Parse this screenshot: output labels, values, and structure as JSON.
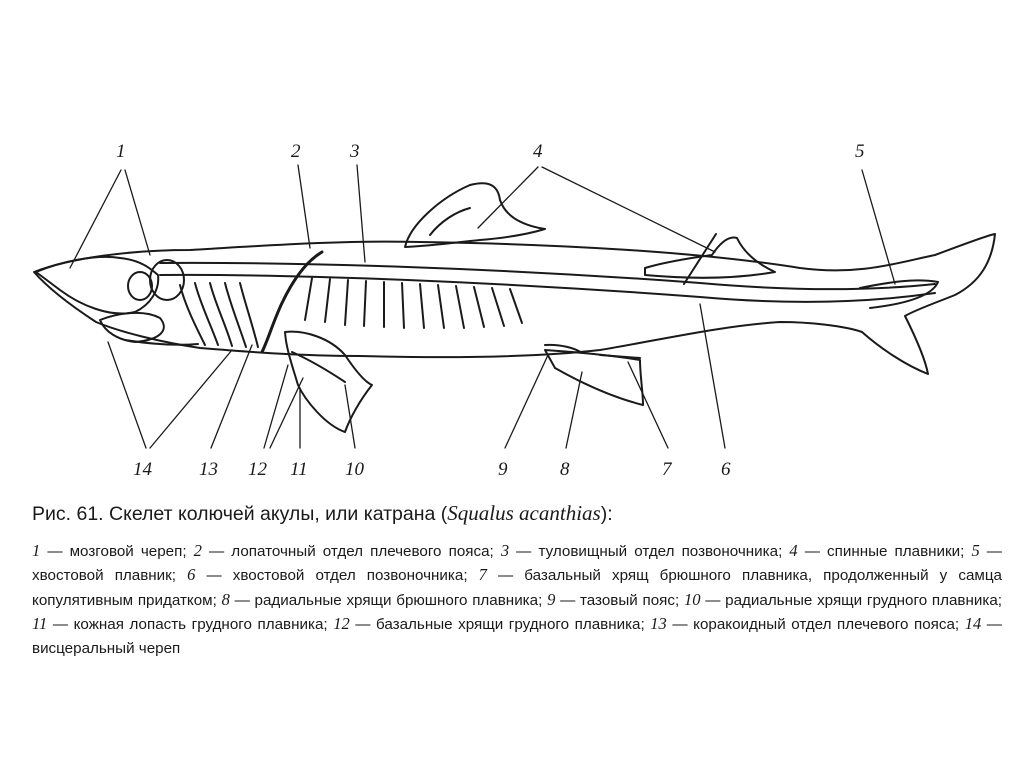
{
  "figure": {
    "labels": [
      {
        "id": "l1",
        "text": "1"
      },
      {
        "id": "l2",
        "text": "2"
      },
      {
        "id": "l3",
        "text": "3"
      },
      {
        "id": "l4",
        "text": "4"
      },
      {
        "id": "l5",
        "text": "5"
      },
      {
        "id": "l6",
        "text": "6"
      },
      {
        "id": "l7",
        "text": "7"
      },
      {
        "id": "l8",
        "text": "8"
      },
      {
        "id": "l9",
        "text": "9"
      },
      {
        "id": "l10",
        "text": "10"
      },
      {
        "id": "l11",
        "text": "11"
      },
      {
        "id": "l12",
        "text": "12"
      },
      {
        "id": "l13",
        "text": "13"
      },
      {
        "id": "l14",
        "text": "14"
      }
    ]
  },
  "caption": {
    "prefix": "Рис. 61. Скелет колючей акулы, или катрана (",
    "species": "Squalus acanthias",
    "suffix": "):"
  },
  "legend": [
    {
      "num": "1",
      "text": " — мозговой череп; "
    },
    {
      "num": "2",
      "text": " — лопаточный отдел плечевого пояса; "
    },
    {
      "num": "3",
      "text": " — туловищный отдел позвоночника; "
    },
    {
      "num": "4",
      "text": " — спинные плавники; "
    },
    {
      "num": "5",
      "text": " — хвостовой плавник; "
    },
    {
      "num": "6",
      "text": " — хвостовой отдел позвоночника; "
    },
    {
      "num": "7",
      "text": " — базальный хрящ брюшного плавника, продолженный у самца копулятивным придатком; "
    },
    {
      "num": "8",
      "text": " — радиальные хрящи брюшного плавника; "
    },
    {
      "num": "9",
      "text": " — тазовый пояс; "
    },
    {
      "num": "10",
      "text": " — радиальные хрящи грудного плавника; "
    },
    {
      "num": "11",
      "text": " — кожная лопасть грудного плавника; "
    },
    {
      "num": "12",
      "text": " — базальные хрящи грудного плавника; "
    },
    {
      "num": "13",
      "text": " — коракоидный отдел плечевого пояса; "
    },
    {
      "num": "14",
      "text": " — висцеральный череп"
    }
  ]
}
